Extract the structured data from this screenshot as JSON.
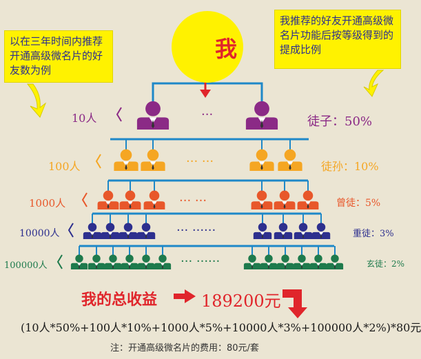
{
  "me": {
    "label": "我"
  },
  "left_callout": {
    "text": "以在三年时间内推荐开通高级微名片的好友数为例"
  },
  "right_callout": {
    "text": "我推荐的好友开通高级微名片功能后按等级得到的提成比例"
  },
  "levels": [
    {
      "count_label": "10人",
      "rate_label": "徒子：50%",
      "color": "#8b2a86"
    },
    {
      "count_label": "100人",
      "rate_label": "徒孙：10%",
      "color": "#f5a623"
    },
    {
      "count_label": "1000人",
      "rate_label": "曾徒：5%",
      "color": "#e8572a"
    },
    {
      "count_label": "10000人",
      "rate_label": "重徒：3%",
      "color": "#2d2f8e"
    },
    {
      "count_label": "100000人",
      "rate_label": "玄徒：2%",
      "color": "#1e7a4c"
    }
  ],
  "colors": {
    "line": "#1e88c8",
    "red": "#e0252b",
    "yellow": "#fff200",
    "chevron_top": "#8b2a86"
  },
  "earnings": {
    "label": "我的总收益",
    "value": "189200元"
  },
  "formula": "(10人*50%+100人*10%+1000人*5%+10000人*3%+100000人*2%)*80元",
  "note": "注：开通高级微名片的费用：80元/套"
}
